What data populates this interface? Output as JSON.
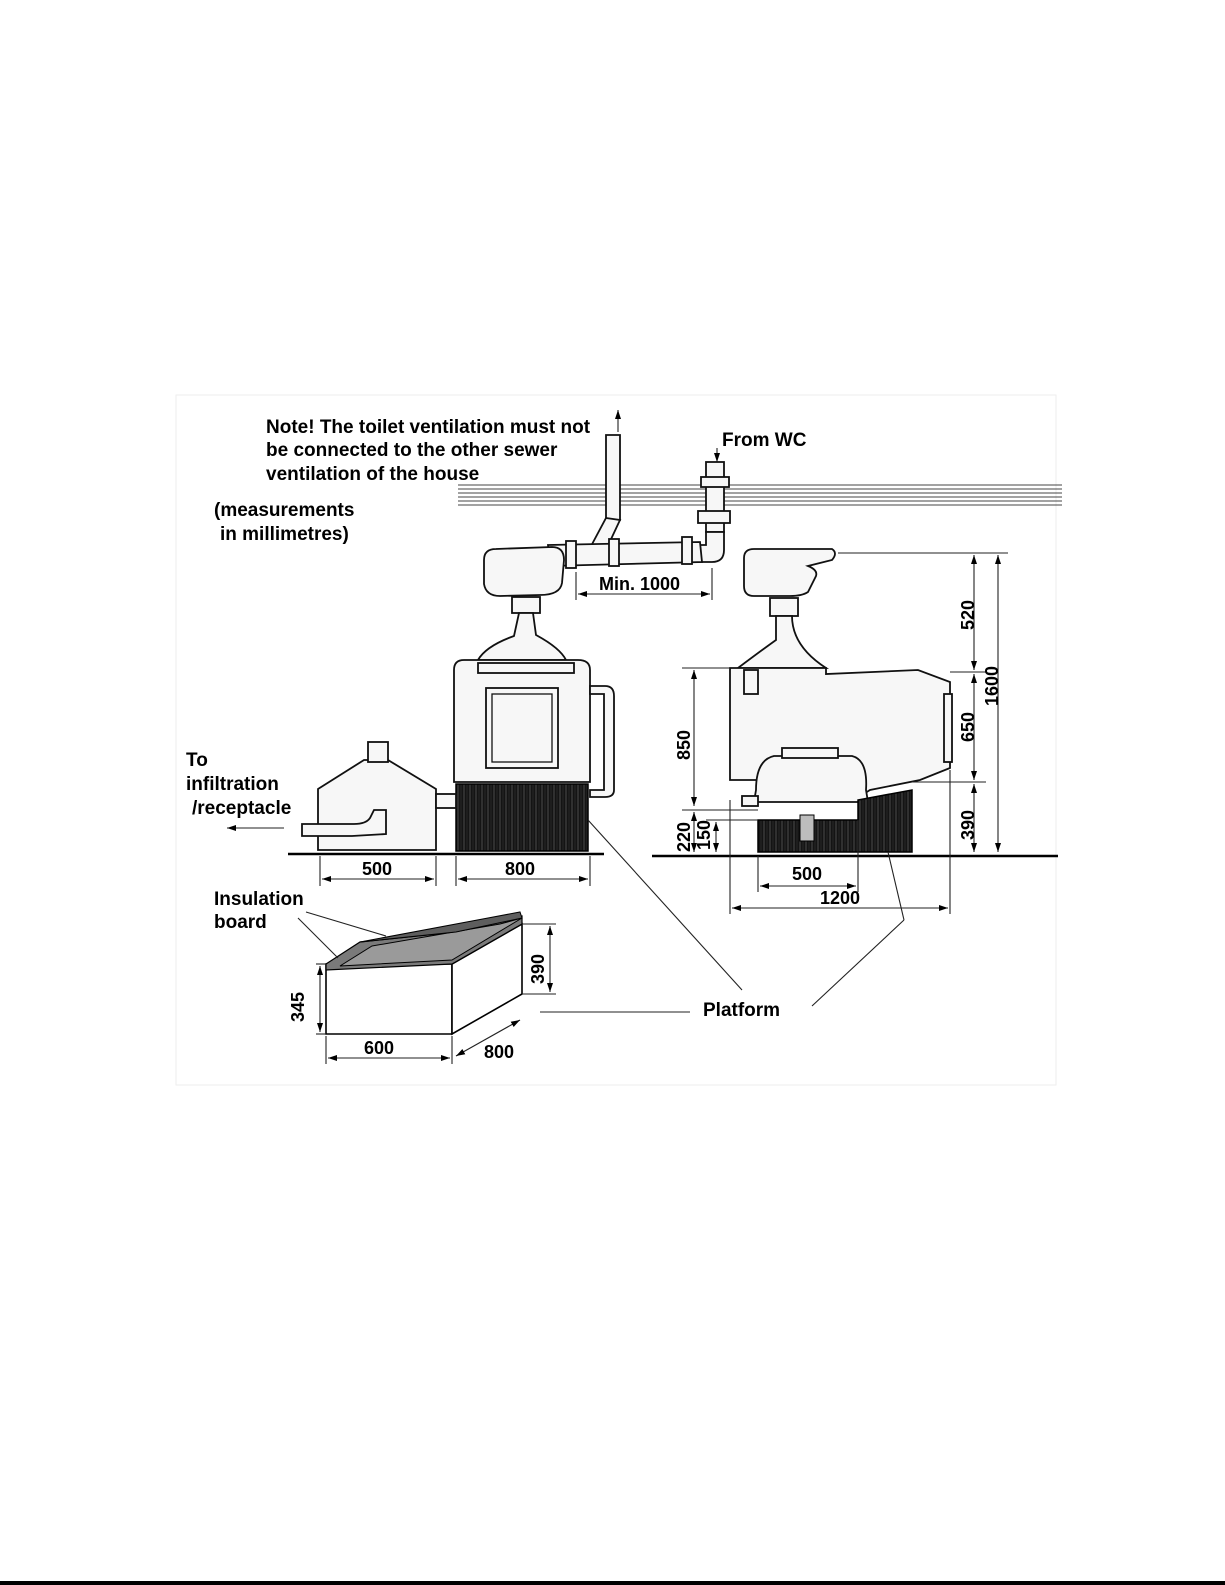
{
  "note": {
    "line1": "Note! The toilet ventilation must not",
    "line2": "be connected to the other sewer",
    "line3": "ventilation of the house"
  },
  "from_wc": "From WC",
  "units": {
    "line1": "(measurements",
    "line2": "in millimetres)"
  },
  "outlet": {
    "line1": "To",
    "line2": "infiltration",
    "line3": "/receptacle"
  },
  "insulation": {
    "line1": "Insulation",
    "line2": "board"
  },
  "platform": "Platform",
  "dimensions": {
    "min_pipe": "Min. 1000",
    "tank_width_front": "500",
    "platform_width_front": "800",
    "height_520": "520",
    "height_1600": "1600",
    "height_850": "850",
    "height_650": "650",
    "height_390_side": "390",
    "height_220": "220",
    "height_150": "150",
    "side_width_500": "500",
    "side_width_1200": "1200",
    "box_height_345": "345",
    "box_height_390": "390",
    "box_width_600": "600",
    "box_depth_800": "800"
  }
}
